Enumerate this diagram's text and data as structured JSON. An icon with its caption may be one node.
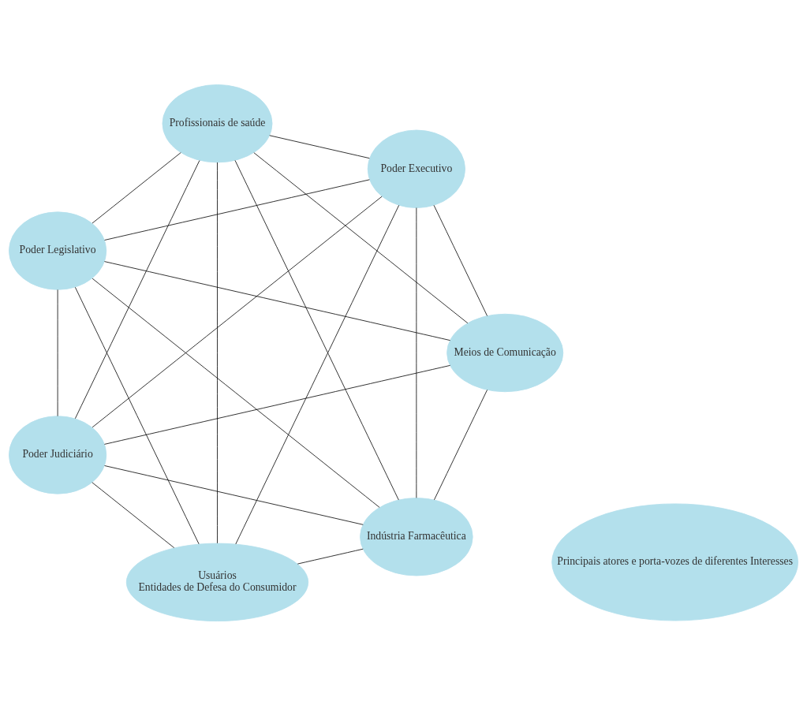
{
  "diagram": {
    "nodes": [
      {
        "text": [
          "Meios de Comunicação"
        ]
      },
      {
        "text": [
          "Poder Executivo"
        ]
      },
      {
        "text": [
          "Poder Judiciário"
        ]
      },
      {
        "text": [
          "Principais atores e porta-vozes de diferentes Interesses"
        ]
      },
      {
        "text": [
          "Poder Legislativo"
        ]
      },
      {
        "text": [
          "Profissionais de saúde"
        ]
      },
      {
        "text": [
          "Indústria Farmacêutica"
        ]
      },
      {
        "text": [
          "Usuários",
          "Entidades de Defesa do Consumidor"
        ]
      }
    ],
    "edges": [
      {
        "from": 0,
        "to": 2,
        "arrow": "none"
      },
      {
        "from": 0,
        "to": 1,
        "arrow": "none"
      },
      {
        "from": 0,
        "to": 4,
        "arrow": "none"
      },
      {
        "from": 0,
        "to": 6,
        "arrow": "none"
      },
      {
        "from": 0,
        "to": 5,
        "arrow": "none"
      },
      {
        "from": 2,
        "to": 1,
        "arrow": "none"
      },
      {
        "from": 2,
        "to": 5,
        "arrow": "none"
      },
      {
        "from": 2,
        "to": 7,
        "arrow": "none"
      },
      {
        "from": 2,
        "to": 6,
        "arrow": "none"
      },
      {
        "from": 2,
        "to": 4,
        "arrow": "none"
      },
      {
        "from": 1,
        "to": 4,
        "arrow": "none"
      },
      {
        "from": 1,
        "to": 6,
        "arrow": "none"
      },
      {
        "from": 1,
        "to": 7,
        "arrow": "none"
      },
      {
        "from": 1,
        "to": 5,
        "arrow": "none"
      },
      {
        "from": 5,
        "to": 6,
        "arrow": "none"
      },
      {
        "from": 5,
        "to": 7,
        "arrow": "none"
      },
      {
        "from": 5,
        "to": 4,
        "arrow": "none"
      },
      {
        "from": 4,
        "to": 7,
        "arrow": "none"
      },
      {
        "from": 4,
        "to": 6,
        "arrow": "none"
      },
      {
        "from": 6,
        "to": 7,
        "arrow": "none"
      }
    ]
  }
}
